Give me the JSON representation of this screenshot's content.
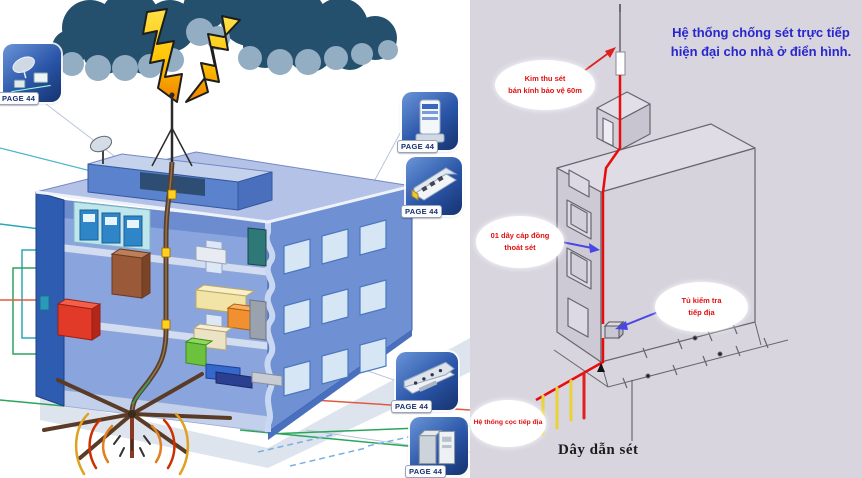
{
  "left_panel": {
    "badge_label": "PAGE 44",
    "icons": [
      {
        "name": "satellite-equipment-icon"
      },
      {
        "name": "surge-arrester-icon"
      },
      {
        "name": "power-strip-icon"
      },
      {
        "name": "terminal-block-icon"
      },
      {
        "name": "equipment-cabinets-icon"
      }
    ],
    "colors": {
      "background": "#ffffff",
      "building_facade": "#7090d4",
      "building_dark_wall": "#2d5cb0",
      "roof": "#b3c2e6",
      "cloud_dark": "#24506e",
      "lightning_yellow": "#ffc400",
      "lightning_orange": "#f07f00",
      "down_conductor_brown": "#59402a",
      "ground_arc_orange": "#e08020",
      "wire_teal": "#2aa8b8",
      "wire_green": "#2ba55c",
      "wire_red": "#e05a40"
    }
  },
  "right_panel": {
    "title": {
      "line1": "Hệ thống chống sét trực tiếp",
      "line2": "hiện đại cho nhà ở điển hình."
    },
    "labels": {
      "air_terminal": {
        "line1": "Kim thu sét",
        "line2": "bán kính bảo vệ 60m"
      },
      "down_cable": {
        "line1": "01 dây cáp đồng",
        "line2": "thoát sét"
      },
      "inspection_box": {
        "line1": "Tủ kiểm tra",
        "line2": "tiếp địa"
      },
      "ground_rods": {
        "line1": "Hệ thống cọc tiếp địa"
      }
    },
    "caption": "Dây dẫn sét",
    "colors": {
      "background": "#d8d5df",
      "title_blue": "#2727cd",
      "label_red": "#e01010",
      "cable_red": "#e80c0c",
      "arrow_blue": "#4747e3",
      "rod_yellow": "#e8d438",
      "outline_gray": "#66666e"
    }
  }
}
